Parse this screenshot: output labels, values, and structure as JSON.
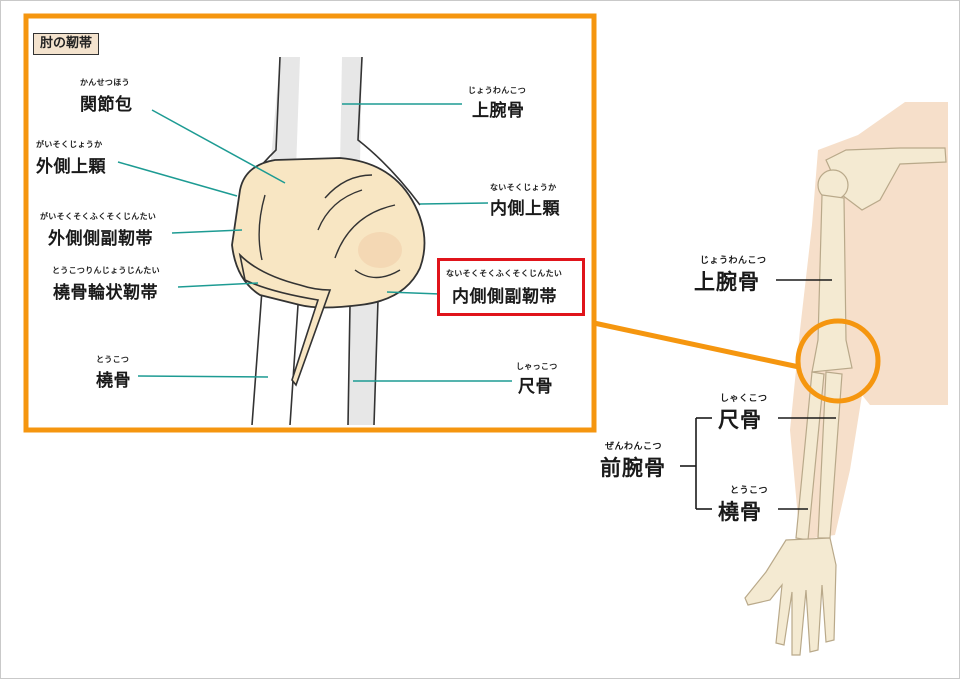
{
  "title": "肘の靭帯",
  "colors": {
    "frame_orange": "#f5960f",
    "ligament": "#f8e6c3",
    "ligament_stroke": "#333333",
    "leader_teal": "#1d9b93",
    "highlight_red": "#e0141b",
    "skin": "#f6dfca",
    "bone": "#f4ead2"
  },
  "callouts": {
    "capsule": {
      "ruby": "かんせつほう",
      "label": "関節包"
    },
    "lateral_epicondyle": {
      "ruby": "がいそくじょうか",
      "label": "外側上顆"
    },
    "lcl": {
      "ruby": "がいそくそくふくそくじんたい",
      "label": "外側側副靭帯"
    },
    "annular": {
      "ruby": "とうこつりんじょうじんたい",
      "label": "橈骨輪状靭帯"
    },
    "radius_left": {
      "ruby": "とうこつ",
      "label": "橈骨"
    },
    "humerus_top": {
      "ruby": "じょうわんこつ",
      "label": "上腕骨"
    },
    "medial_epicondyle": {
      "ruby": "ないそくじょうか",
      "label": "内側上顆"
    },
    "mcl": {
      "ruby": "ないそくそくふくそくじんたい",
      "label": "内側側副靭帯"
    },
    "ulna_right": {
      "ruby": "しゃっこつ",
      "label": "尺骨"
    }
  },
  "arm": {
    "humerus": {
      "ruby": "じょうわんこつ",
      "label": "上腕骨"
    },
    "forearm": {
      "ruby": "ぜんわんこつ",
      "label": "前腕骨"
    },
    "ulna": {
      "ruby": "しゃくこつ",
      "label": "尺骨"
    },
    "radius": {
      "ruby": "とうこつ",
      "label": "橈骨"
    }
  }
}
